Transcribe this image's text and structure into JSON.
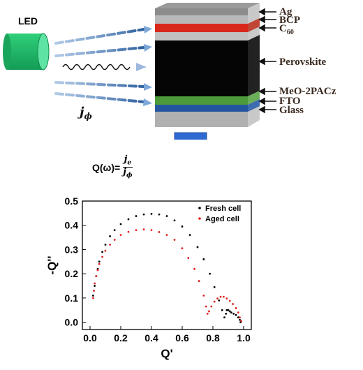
{
  "led": {
    "label": "LED"
  },
  "photocurrent": {
    "symbol": "j",
    "subscript": "ϕ"
  },
  "equation": {
    "lhs": "Q(ω)=",
    "num_j": "j",
    "num_sub": "e",
    "den_j": "j",
    "den_sub": "ϕ"
  },
  "device": {
    "layers": [
      {
        "name": "Ag",
        "color": "#8c8c8c"
      },
      {
        "name": "BCP",
        "color": "#b8b8b8"
      },
      {
        "name": "C",
        "sub": "60",
        "color": "#d8281c"
      },
      {
        "name": "Perovskite",
        "color": "#050505"
      },
      {
        "name": "MeO-2PACz",
        "color": "#4c9a3a"
      },
      {
        "name": "FTO",
        "color": "#2456a0"
      },
      {
        "name": "Glass",
        "color": "#b0b0b0"
      }
    ]
  },
  "chart_data": {
    "type": "scatter",
    "xlabel": "Q'",
    "ylabel": "-Q''",
    "xlim": [
      -0.05,
      1.05
    ],
    "ylim": [
      -0.03,
      0.5
    ],
    "xticks": [
      "0.0",
      "0.2",
      "0.4",
      "0.6",
      "0.8",
      "1.0"
    ],
    "yticks": [
      "0.0",
      "0.1",
      "0.2",
      "0.3",
      "0.4",
      "0.5"
    ],
    "legend_position": "top-right",
    "series": [
      {
        "name": "Fresh cell",
        "color": "#000000",
        "x": [
          0.02,
          0.03,
          0.04,
          0.05,
          0.06,
          0.08,
          0.1,
          0.13,
          0.16,
          0.2,
          0.25,
          0.3,
          0.35,
          0.4,
          0.45,
          0.5,
          0.55,
          0.6,
          0.65,
          0.7,
          0.74,
          0.78,
          0.81,
          0.84,
          0.86,
          0.875,
          0.885,
          0.89,
          0.9,
          0.91,
          0.92,
          0.935,
          0.95,
          0.965,
          0.975,
          0.98
        ],
        "y": [
          0.11,
          0.15,
          0.19,
          0.22,
          0.25,
          0.29,
          0.32,
          0.355,
          0.38,
          0.405,
          0.425,
          0.438,
          0.445,
          0.447,
          0.445,
          0.438,
          0.42,
          0.395,
          0.36,
          0.31,
          0.26,
          0.2,
          0.145,
          0.09,
          0.05,
          0.02,
          0.035,
          0.05,
          0.05,
          0.045,
          0.04,
          0.035,
          0.03,
          0.02,
          0.01,
          0.0
        ]
      },
      {
        "name": "Aged cell",
        "color": "#e02020",
        "x": [
          0.02,
          0.025,
          0.03,
          0.04,
          0.05,
          0.06,
          0.08,
          0.1,
          0.13,
          0.16,
          0.2,
          0.25,
          0.3,
          0.35,
          0.4,
          0.45,
          0.5,
          0.55,
          0.6,
          0.64,
          0.68,
          0.71,
          0.74,
          0.755,
          0.765,
          0.775,
          0.79,
          0.81,
          0.83,
          0.85,
          0.87,
          0.89,
          0.91,
          0.93,
          0.95,
          0.965,
          0.975,
          0.985
        ],
        "y": [
          0.1,
          0.13,
          0.16,
          0.19,
          0.215,
          0.24,
          0.27,
          0.295,
          0.32,
          0.34,
          0.36,
          0.373,
          0.38,
          0.383,
          0.38,
          0.372,
          0.36,
          0.34,
          0.305,
          0.265,
          0.22,
          0.17,
          0.11,
          0.065,
          0.035,
          0.045,
          0.065,
          0.085,
          0.098,
          0.105,
          0.105,
          0.098,
          0.088,
          0.075,
          0.058,
          0.04,
          0.02,
          0.005
        ]
      }
    ]
  }
}
